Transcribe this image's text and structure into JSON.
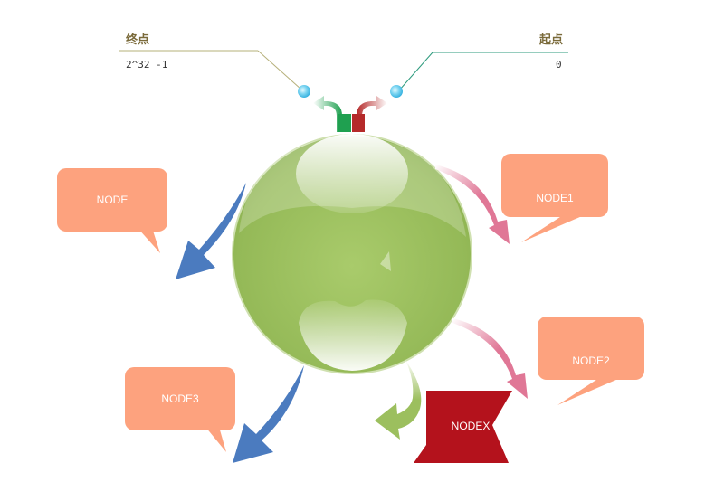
{
  "colors": {
    "sphere": "#9cbf5e",
    "callout": "#fda27e",
    "blue_arrow": "#4b7bbf",
    "pink_arrow": "#e07796",
    "nodex": "#b4121c",
    "green": "#1fa050",
    "red": "#b52a2a",
    "line_left": "#b6b07a",
    "line_right": "#2e9b7e"
  },
  "end_point": {
    "title": "终点",
    "value": "2^32 -1"
  },
  "start_point": {
    "title": "起点",
    "value": "0"
  },
  "nodes": {
    "node": "NODE",
    "node1": "NODE1",
    "node2": "NODE2",
    "node3": "NODE3",
    "nodex": "NODEX"
  }
}
